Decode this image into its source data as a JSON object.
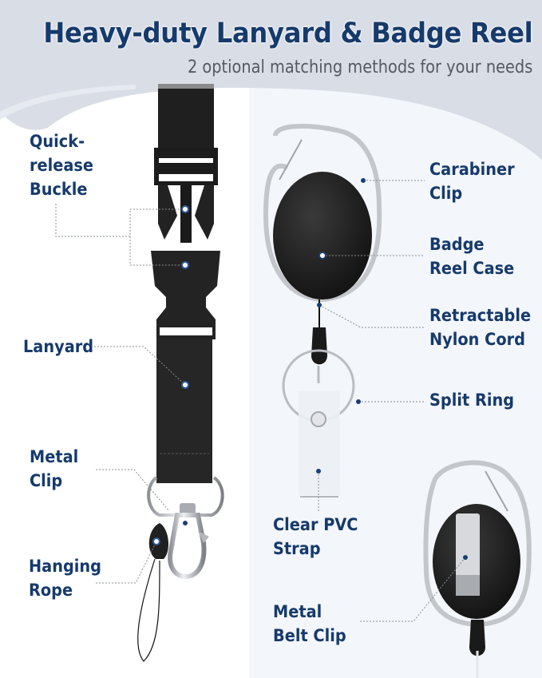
{
  "header": {
    "title": "Heavy-duty Lanyard & Badge Reel",
    "subtitle": "2 optional matching methods for your needs"
  },
  "colors": {
    "title_text": "#163a6b",
    "subtitle_text": "#555a62",
    "header_band": "#d9dde6",
    "right_panel": "#f3f6fb",
    "callout_dot": "#1b3f73"
  },
  "lanyard_callouts": [
    {
      "id": "quick-release-buckle",
      "lines": [
        "Quick-",
        "release",
        "Buckle"
      ]
    },
    {
      "id": "lanyard",
      "lines": [
        "Lanyard"
      ]
    },
    {
      "id": "metal-clip",
      "lines": [
        "Metal",
        "Clip"
      ]
    },
    {
      "id": "hanging-rope",
      "lines": [
        "Hanging",
        "Rope"
      ]
    }
  ],
  "badge_reel_callouts": [
    {
      "id": "carabiner-clip",
      "lines": [
        "Carabiner",
        "Clip"
      ]
    },
    {
      "id": "badge-reel-case",
      "lines": [
        "Badge",
        "Reel Case"
      ]
    },
    {
      "id": "retractable-nylon-cord",
      "lines": [
        "Retractable",
        "Nylon Cord"
      ]
    },
    {
      "id": "split-ring",
      "lines": [
        "Split Ring"
      ]
    },
    {
      "id": "clear-pvc-strap",
      "lines": [
        "Clear PVC",
        "Strap"
      ]
    },
    {
      "id": "metal-belt-clip",
      "lines": [
        "Metal",
        "Belt Clip"
      ]
    }
  ]
}
